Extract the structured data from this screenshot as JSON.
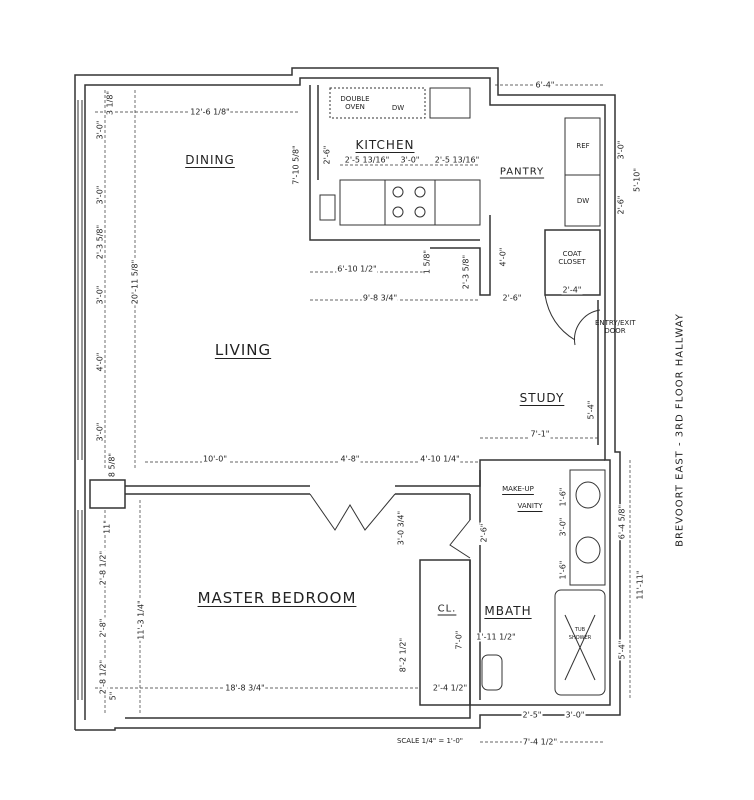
{
  "rooms": {
    "dining": "DINING",
    "kitchen": "KITCHEN",
    "pantry": "PANTRY",
    "coat_closet": "COAT CLOSET",
    "entry_door": "ENTRY/EXIT DOOR",
    "living": "LIVING",
    "study": "STUDY",
    "makeup_vanity_1": "MAKE-UP",
    "makeup_vanity_2": "VANITY",
    "master_bedroom": "MASTER BEDROOM",
    "closet": "CL.",
    "mbath": "MBATH"
  },
  "fixtures": {
    "double_oven": "DOUBLE OVEN",
    "dishwasher": "DW",
    "ref": "REF",
    "pantry_unit": "DW",
    "tub_shower": "TUB SHOWER"
  },
  "hallway_label": "BREVOORT EAST - 3RD FLOOR HALLWAY",
  "scale": "SCALE 1/4\" = 1'-0\"",
  "dimensions": [
    "6'-4\"",
    "12'-6 1/8\"",
    "3 1/8\"",
    "3'-0\"",
    "3'-0\"",
    "2'-3 5/8\"",
    "3'-0\"",
    "4'-0\"",
    "3'-0\"",
    "8 5/8\"",
    "20'-11 5/8\"",
    "7'-10 5/8\"",
    "2'-6\"",
    "2'-5 13/16\"",
    "3'-0\"",
    "2'-5 13/16\"",
    "3'-0\"",
    "2'-6\"",
    "5'-10\"",
    "4'-0\"",
    "6'-10 1/2\"",
    "1 5/8\"",
    "2'-3 5/8\"",
    "9'-8 3/4\"",
    "2'-6\"",
    "2'-4\"",
    "5'-4\"",
    "7'-1\"",
    "10'-0\"",
    "4'-8\"",
    "4'-10 1/4\"",
    "3'-0 3/4\"",
    "6'-4 5/8\"",
    "11'-11\"",
    "5'-4\"",
    "2'-6\"",
    "1'-6\"",
    "3'-0\"",
    "1'-6\"",
    "11\"",
    "2'-8 1/2\"",
    "2'-8\"",
    "2'-8 1/2\"",
    "5\"",
    "11'-3 1/4\"",
    "8'-2 1/2\"",
    "7'-0\"",
    "1'-11 1/2\"",
    "18'-8 3/4\"",
    "2'-4 1/2\"",
    "2'-5\"",
    "3'-0\"",
    "7'-4 1/2\""
  ]
}
